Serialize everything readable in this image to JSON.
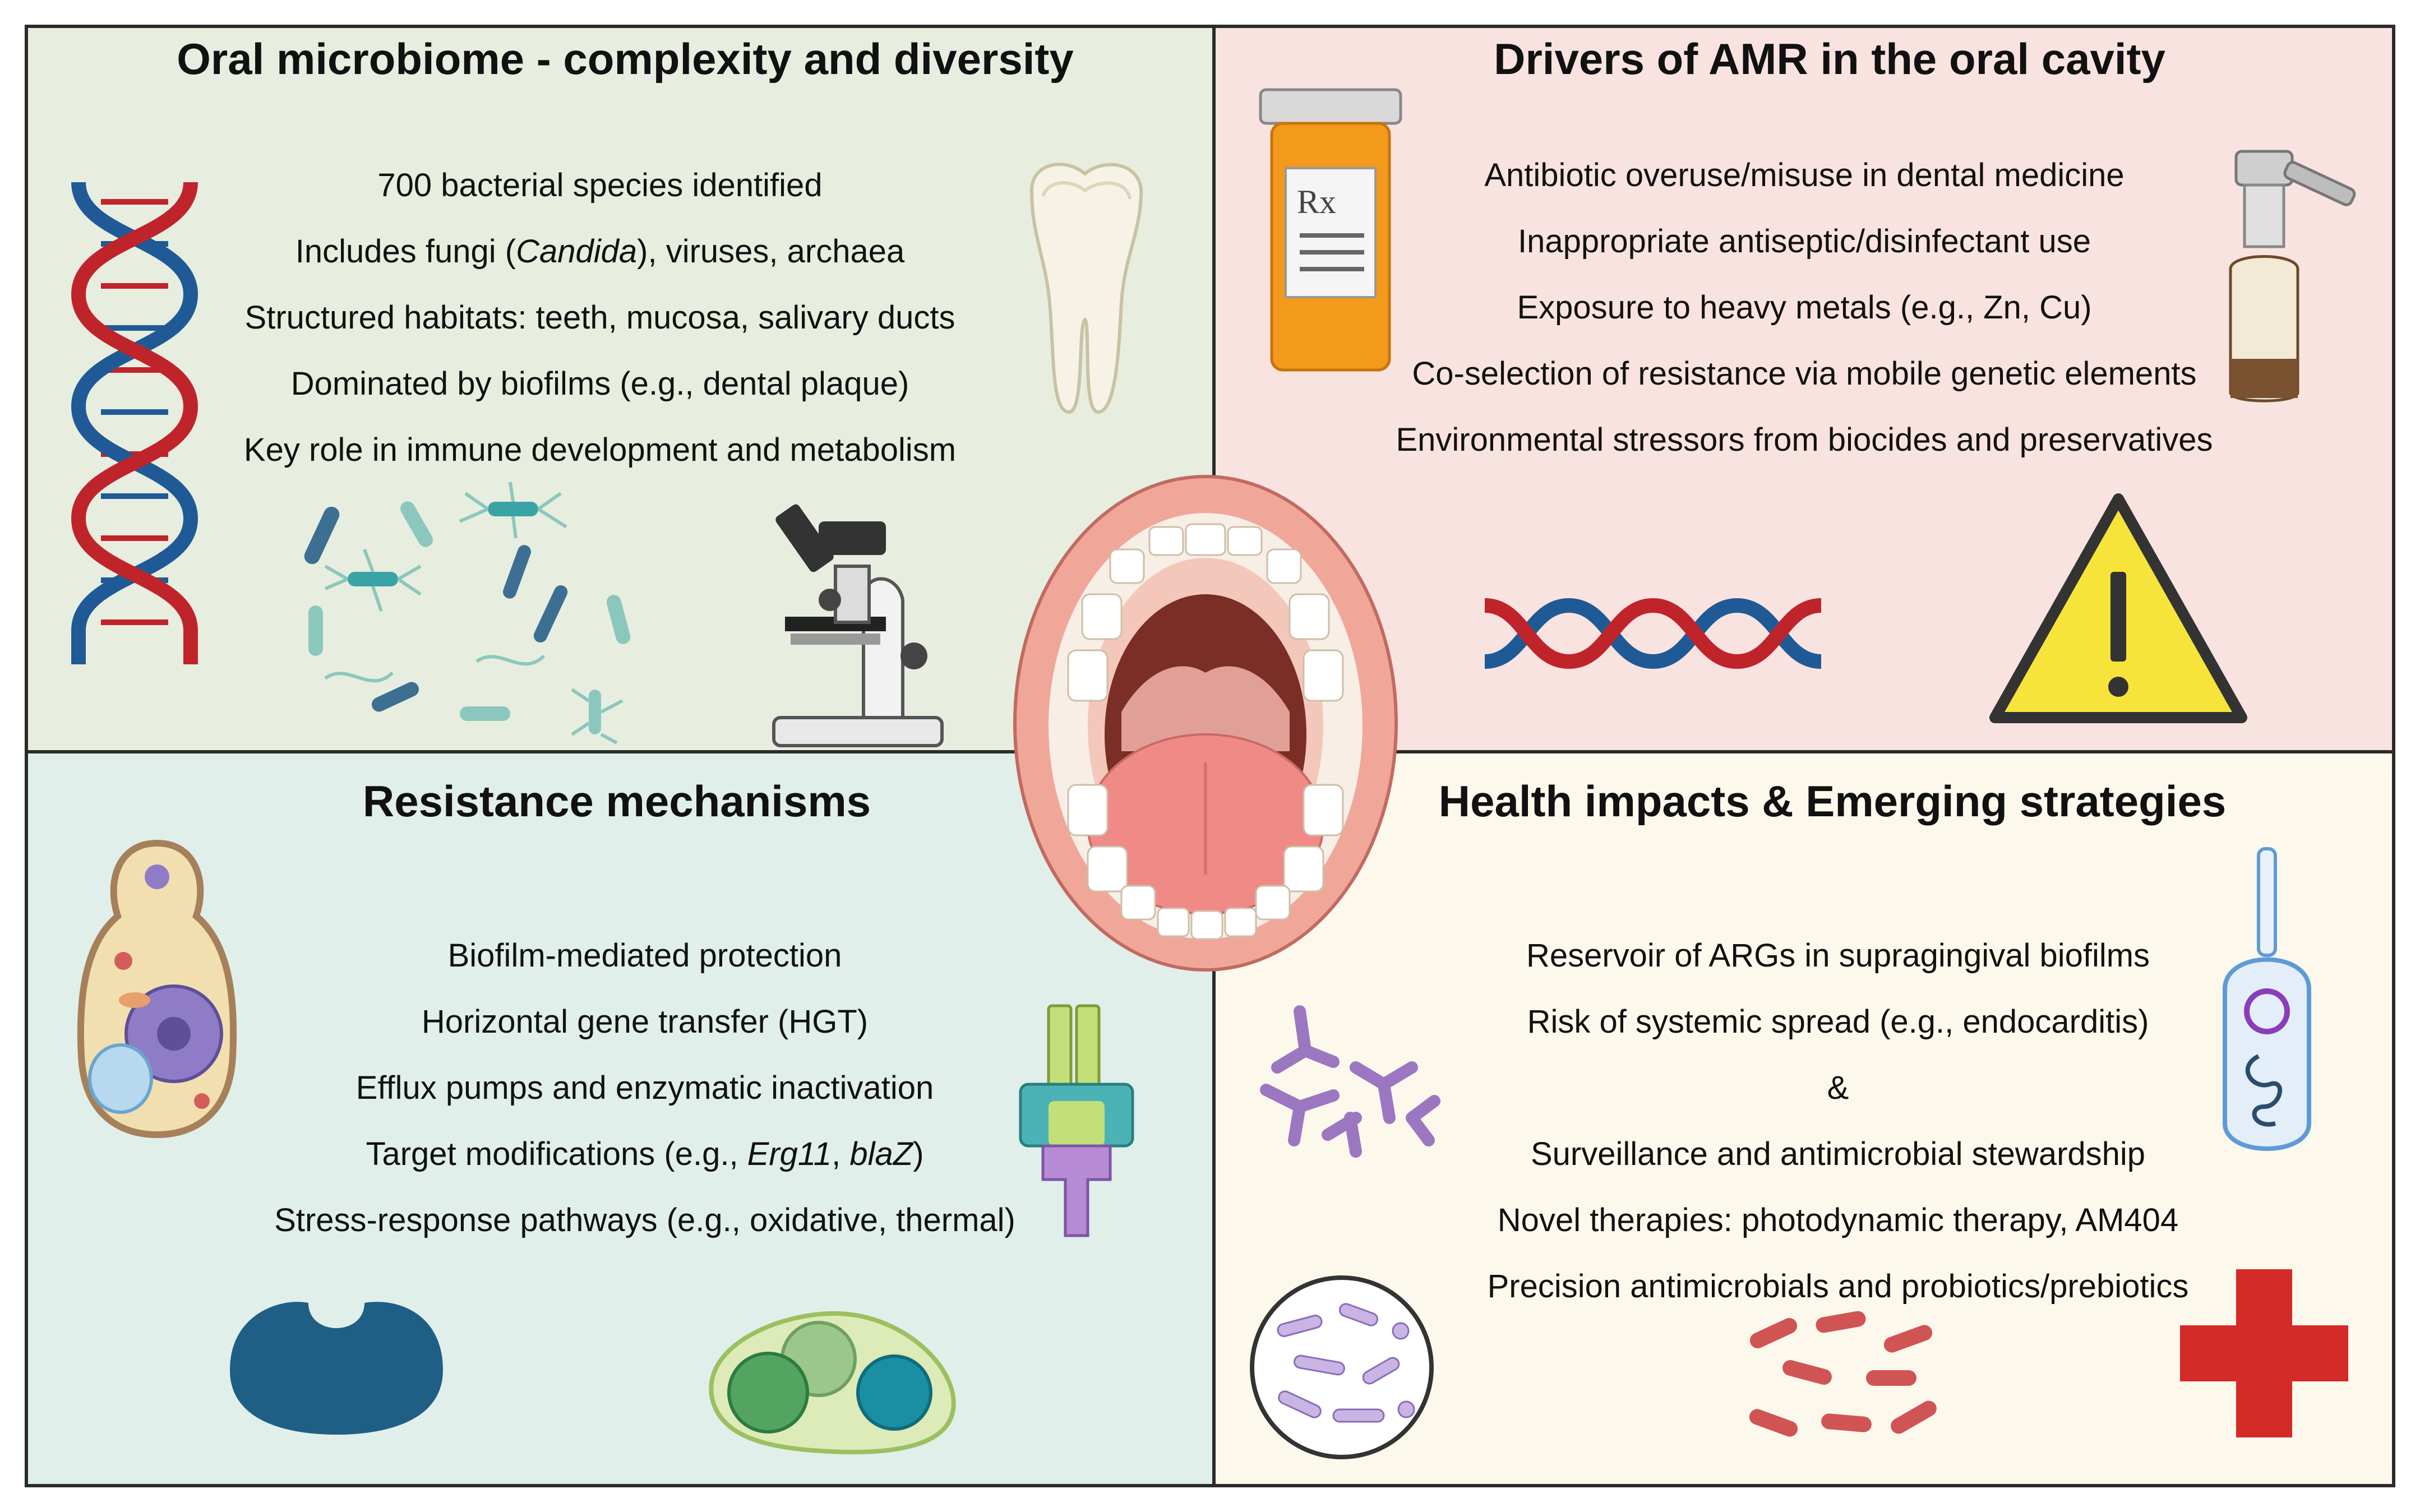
{
  "quadrants": {
    "microbiome": {
      "title": "Oral microbiome - complexity and diversity",
      "lines": [
        {
          "text": "700 bacterial species identified"
        },
        {
          "pre": "Includes fungi (",
          "em": "Candida",
          "post": "), viruses, archaea"
        },
        {
          "text": "Structured habitats: teeth, mucosa, salivary ducts"
        },
        {
          "text": "Dominated by biofilms (e.g., dental plaque)"
        },
        {
          "text": "Key role in immune development and metabolism"
        }
      ],
      "icons": [
        "dna-double-helix-icon",
        "tooth-icon",
        "bacteria-cluster-icon",
        "microscope-icon"
      ]
    },
    "drivers": {
      "title": "Drivers of AMR in the oral cavity",
      "lines": [
        {
          "text": "Antibiotic overuse/misuse in dental medicine"
        },
        {
          "text": "Inappropriate antiseptic/disinfectant use"
        },
        {
          "text": "Exposure to heavy metals (e.g., Zn, Cu)"
        },
        {
          "text": "Co-selection of resistance via mobile genetic elements"
        },
        {
          "text": "Environmental stressors from biocides and preservatives"
        }
      ],
      "pill_bottle_label": "Rx",
      "icons": [
        "pill-bottle-icon",
        "spray-bottle-icon",
        "dna-strand-icon",
        "warning-icon"
      ]
    },
    "mechanisms": {
      "title": "Resistance mechanisms",
      "lines": [
        {
          "text": "Biofilm-mediated protection"
        },
        {
          "text": "Horizontal gene transfer (HGT)"
        },
        {
          "text": "Efflux pumps and enzymatic inactivation"
        },
        {
          "pre": "Target modifications (e.g., ",
          "em": "Erg11",
          "mid": ", ",
          "em2": "blaZ",
          "post": ")"
        },
        {
          "text": "Stress-response pathways (e.g., oxidative, thermal)"
        }
      ],
      "icons": [
        "yeast-cell-icon",
        "efflux-pump-icon",
        "enzyme-icon",
        "vesicle-icon"
      ]
    },
    "health": {
      "title": "Health impacts & Emerging strategies",
      "lines": [
        {
          "text": "Reservoir of ARGs in supragingival biofilms"
        },
        {
          "text": "Risk of systemic spread (e.g., endocarditis)"
        },
        {
          "text": "&"
        },
        {
          "text": "Surveillance and antimicrobial stewardship"
        },
        {
          "text": "Novel therapies: photodynamic therapy, AM404"
        },
        {
          "text": "Precision antimicrobials and probiotics/prebiotics"
        }
      ],
      "icons": [
        "immune-cells-icon",
        "test-tube-icon",
        "petri-dish-icon",
        "red-bacteria-icon",
        "medical-cross-icon"
      ]
    }
  },
  "center_icon": "open-mouth-icon",
  "colors": {
    "microbiome_bg": "#e7eedf",
    "drivers_bg": "#f9e3e0",
    "mechanisms_bg": "#e0efea",
    "health_bg": "#fcf8ec",
    "warning_yellow": "#f6e43a",
    "cross_red": "#d42a28",
    "dna_red": "#c0242b",
    "dna_blue": "#1f5a96"
  }
}
